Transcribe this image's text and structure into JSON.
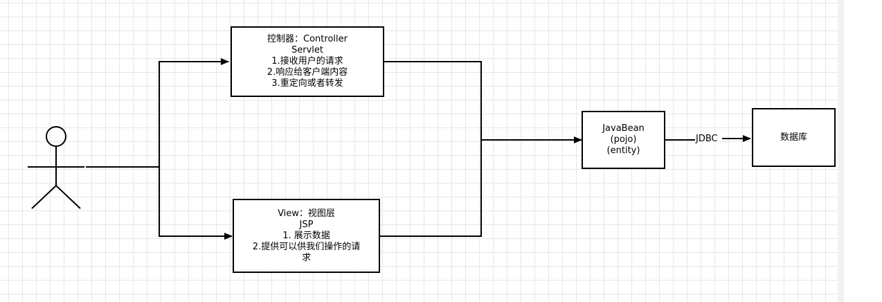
{
  "nodes": {
    "controller": {
      "lines": [
        "控制器：Controller",
        "Servlet",
        "1.接收用户的请求",
        "2.响应给客户端内容",
        "3.重定向或者转发"
      ]
    },
    "view": {
      "lines": [
        "View：视图层",
        "JSP",
        "1. 展示数据",
        "2.提供可以供我们操作的请",
        "求"
      ]
    },
    "javabean": {
      "lines": [
        "JavaBean",
        "(pojo)",
        "(entity)"
      ]
    },
    "database": {
      "lines": [
        "数据库"
      ]
    }
  },
  "edges": {
    "jdbc_label": "JDBC"
  },
  "actor": "user-stick-figure"
}
